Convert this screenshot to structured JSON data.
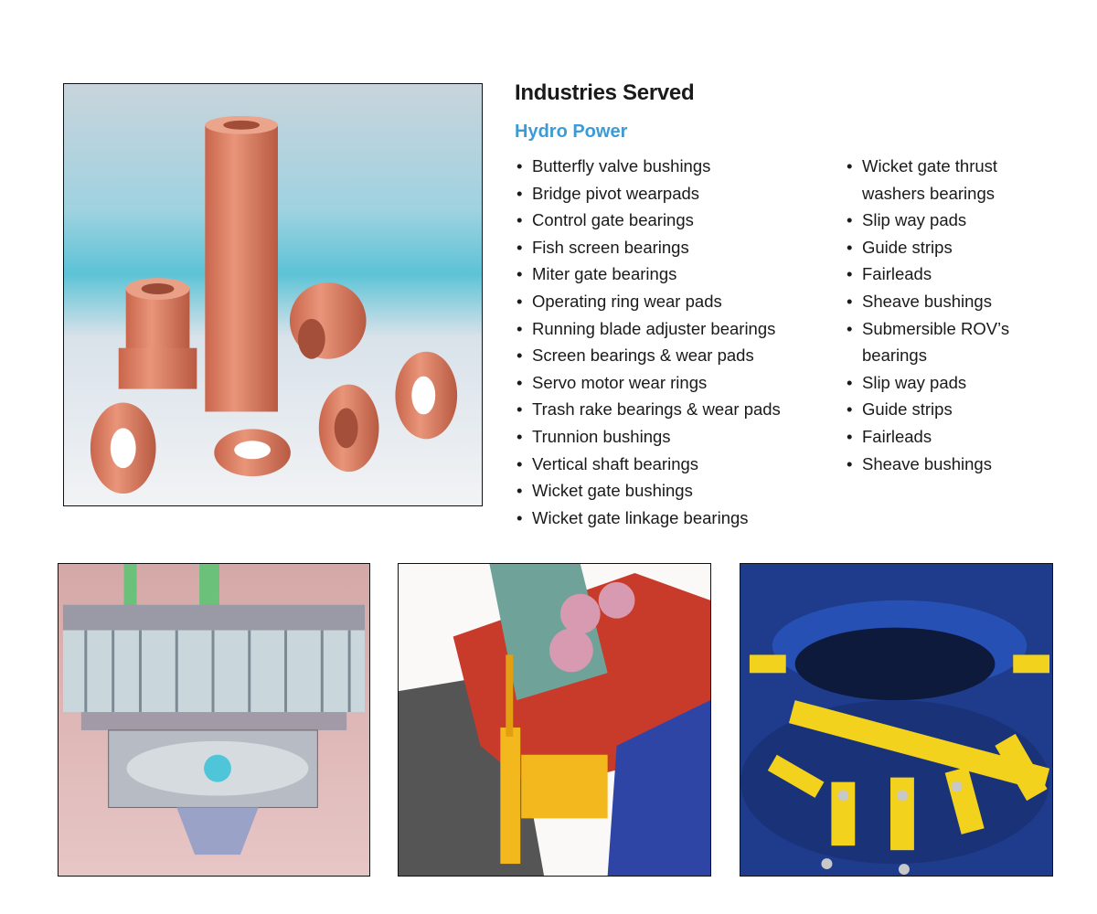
{
  "heading": "Industries Served",
  "subheading": "Hydro Power",
  "bullet": "•",
  "left_list": [
    "Butterfly valve bushings",
    "Bridge pivot wearpads",
    "Control gate bearings",
    "Fish screen bearings",
    "Miter gate bearings",
    "Operating ring wear pads",
    "Running blade adjuster bearings",
    "Screen bearings & wear pads",
    "Servo motor wear rings",
    "Trash rake bearings & wear pads",
    "Trunnion bushings",
    "Vertical shaft bearings",
    "Wicket gate bushings",
    "Wicket gate linkage bearings"
  ],
  "right_list": [
    {
      "text": "Wicket gate thrust",
      "cont": "washers bearings"
    },
    {
      "text": "Slip way pads"
    },
    {
      "text": "Guide strips"
    },
    {
      "text": "Fairleads"
    },
    {
      "text": "Sheave bushings"
    },
    {
      "text": "Submersible ROV’s",
      "cont": "bearings"
    },
    {
      "text": "Slip way pads"
    },
    {
      "text": "Guide strips"
    },
    {
      "text": "Fairleads"
    },
    {
      "text": "Sheave bushings"
    }
  ],
  "colors": {
    "accent": "#3b9bd6",
    "bushing": "#e0856a"
  }
}
